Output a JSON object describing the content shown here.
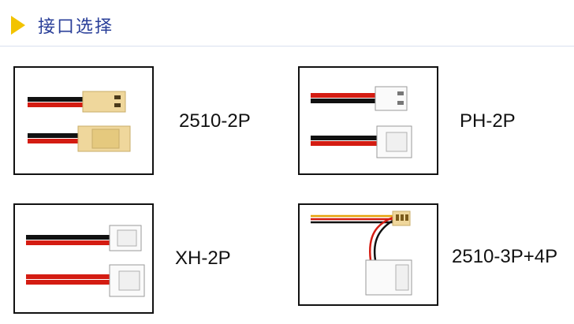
{
  "header": {
    "title": "接口选择",
    "title_color": "#2a3f99",
    "accent_color": "#f2c300"
  },
  "connectors": [
    {
      "id": "c1",
      "label": "2510-2P"
    },
    {
      "id": "c2",
      "label": "PH-2P"
    },
    {
      "id": "c3",
      "label": "XH-2P"
    },
    {
      "id": "c4",
      "label": "2510-3P+4P"
    }
  ],
  "wire_colors": {
    "red": "#d41c12",
    "black": "#111111",
    "yellow": "#e6a20a"
  }
}
